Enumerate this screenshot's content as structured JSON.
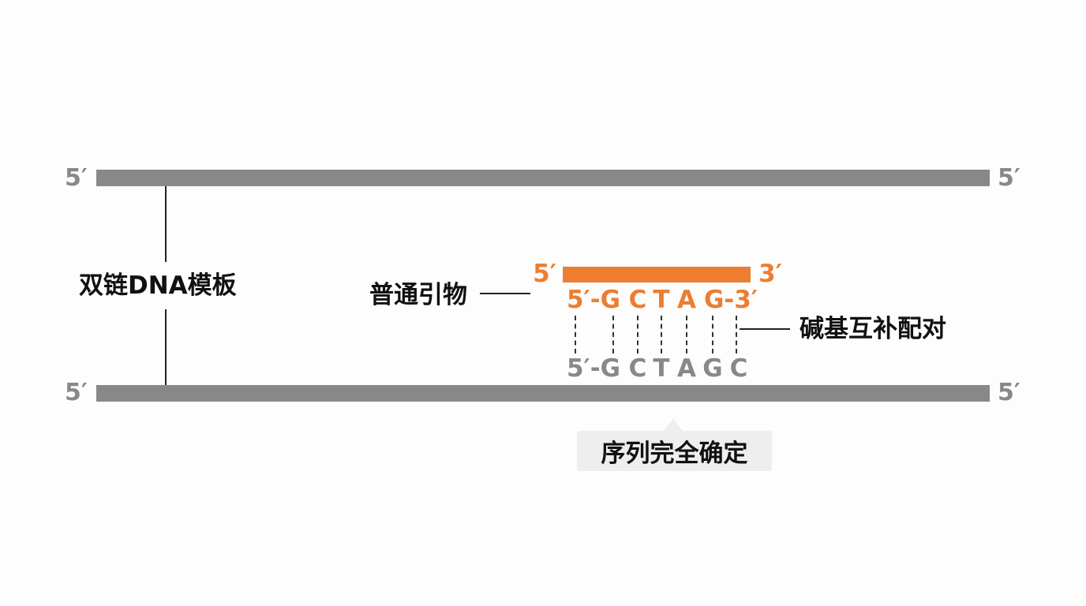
{
  "colors": {
    "strand": "#888888",
    "primer": "#ed7d31",
    "text": "#111111",
    "label_box": "#eeeeee"
  },
  "strand_ends": {
    "top_left": "5′",
    "top_right": "5′",
    "bottom_left": "5′",
    "bottom_right": "5′"
  },
  "labels": {
    "template": "双链DNA模板",
    "primer": "普通引物",
    "pairing": "碱基互补配对",
    "certainty": "序列完全确定"
  },
  "primer": {
    "end5": "5′",
    "end3": "3′",
    "sequence": [
      "5′-G",
      "C",
      "T",
      "A",
      "G-3′"
    ]
  },
  "template_sequence": [
    "5′-G",
    "C",
    "T",
    "A",
    "G",
    "C"
  ]
}
